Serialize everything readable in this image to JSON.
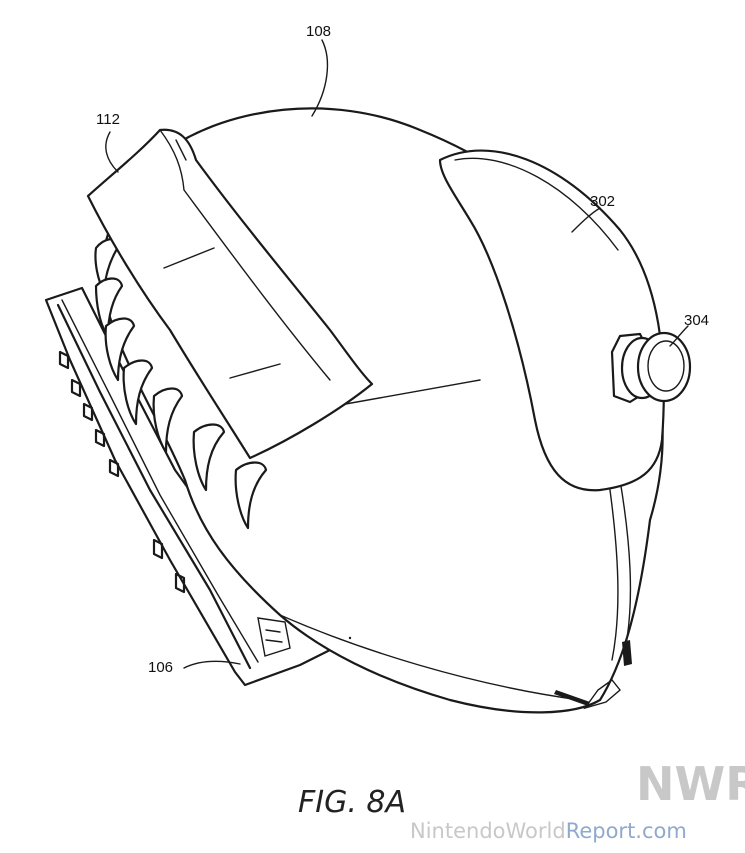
{
  "figure": {
    "caption": "FIG. 8A",
    "reference_labels": {
      "helmet_shell": "108",
      "visor": "112",
      "side_panel": "302",
      "knob": "304",
      "base_unit": "106"
    }
  },
  "watermark": {
    "logo_letters": "NWR",
    "site_prefix": "NintendoWorld",
    "site_suffix": "Report.com",
    "colors": {
      "gray": "#c8c8c8",
      "blue": "#8fa9cf"
    }
  }
}
